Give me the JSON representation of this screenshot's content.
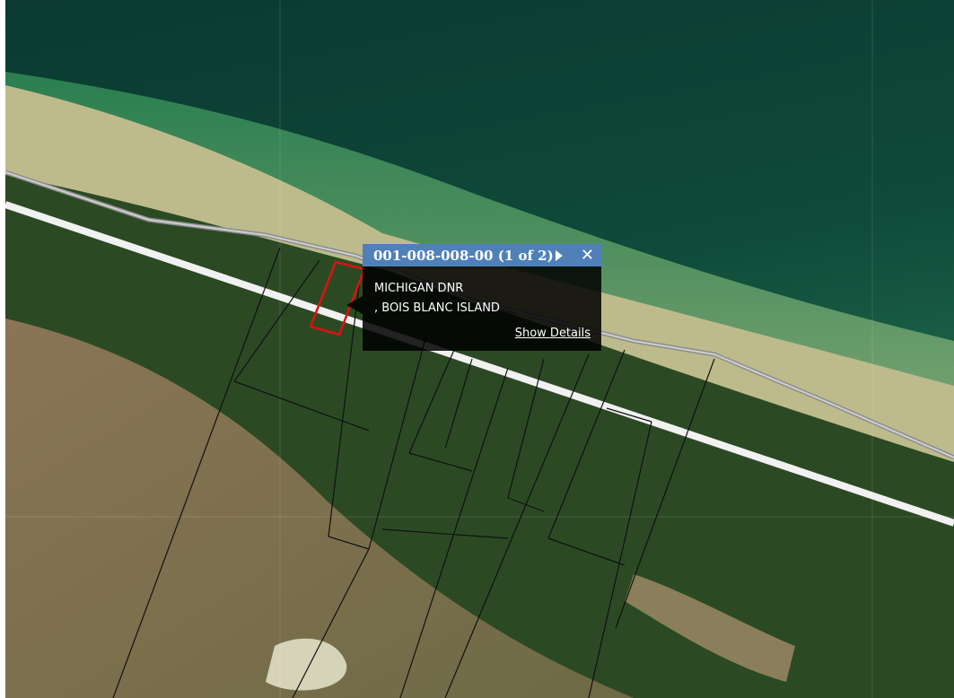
{
  "popup": {
    "title": "001-008-008-00 (1 of 2)",
    "owner": "MICHIGAN DNR",
    "address": ", BOIS BLANC ISLAND",
    "details_link": "Show Details"
  },
  "map": {
    "imagery": "aerial-satellite",
    "colors": {
      "water_deep": "#0d3b2e",
      "water_shallow": "#3b8a5a",
      "beach": "#b9b98a",
      "forest": "#2a4a22",
      "field": "#7b6a4a",
      "road": "#f2f2f2",
      "parcel_line": "#111111",
      "selected_parcel": "#e01010"
    }
  }
}
